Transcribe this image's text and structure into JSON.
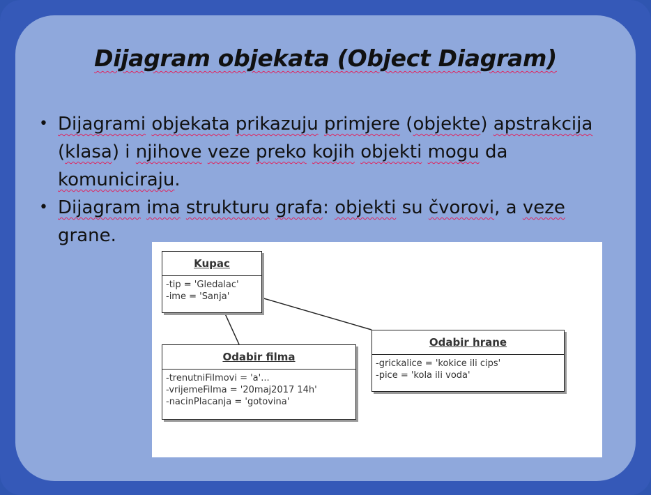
{
  "slide": {
    "title": "Dijagram objekata (Object Diagram)",
    "bullets": [
      [
        [
          "Dijagrami",
          true
        ],
        [
          " ",
          false
        ],
        [
          "objekata",
          true
        ],
        [
          " ",
          false
        ],
        [
          "prikazuju",
          true
        ],
        [
          " ",
          false
        ],
        [
          "primjere",
          true
        ],
        [
          " (",
          false
        ],
        [
          "objekte",
          true
        ],
        [
          ") ",
          false
        ],
        [
          "apstrakcija",
          true
        ],
        [
          " (",
          false
        ],
        [
          "klasa",
          true
        ],
        [
          ") i ",
          false
        ],
        [
          "njihove",
          true
        ],
        [
          " ",
          false
        ],
        [
          "veze",
          true
        ],
        [
          " ",
          false
        ],
        [
          "preko",
          true
        ],
        [
          " ",
          false
        ],
        [
          "kojih",
          true
        ],
        [
          " ",
          false
        ],
        [
          "objekti",
          true
        ],
        [
          " ",
          false
        ],
        [
          "mogu",
          true
        ],
        [
          " da ",
          false
        ],
        [
          "komuniciraju",
          true
        ],
        [
          ".",
          false
        ]
      ],
      [
        [
          "Dijagram",
          true
        ],
        [
          " ",
          false
        ],
        [
          "ima",
          true
        ],
        [
          " ",
          false
        ],
        [
          "strukturu",
          true
        ],
        [
          " ",
          false
        ],
        [
          "grafa",
          true
        ],
        [
          ": ",
          false
        ],
        [
          "objekti",
          true
        ],
        [
          " su ",
          false
        ],
        [
          "čvorovi",
          true
        ],
        [
          ", a ",
          false
        ],
        [
          "veze",
          true
        ],
        [
          " grane.",
          false
        ]
      ]
    ]
  },
  "diagram": {
    "objects": [
      {
        "id": "kupac",
        "name": "Kupac",
        "attributes": [
          "-tip = 'Gledalac'",
          "-ime = 'Sanja'"
        ]
      },
      {
        "id": "odabir_filma",
        "name": "Odabir filma",
        "attributes": [
          "-trenutniFilmovi = 'a'...",
          "-vrijemeFilma = '20maj2017 14h'",
          "-nacinPlacanja = 'gotovina'"
        ]
      },
      {
        "id": "odabir_hrane",
        "name": "Odabir hrane",
        "attributes": [
          "-grickalice = 'kokice ili cips'",
          "-pice = 'kola ili voda'"
        ]
      }
    ],
    "links": [
      {
        "from": "kupac",
        "to": "odabir_filma"
      },
      {
        "from": "kupac",
        "to": "odabir_hrane"
      }
    ]
  }
}
